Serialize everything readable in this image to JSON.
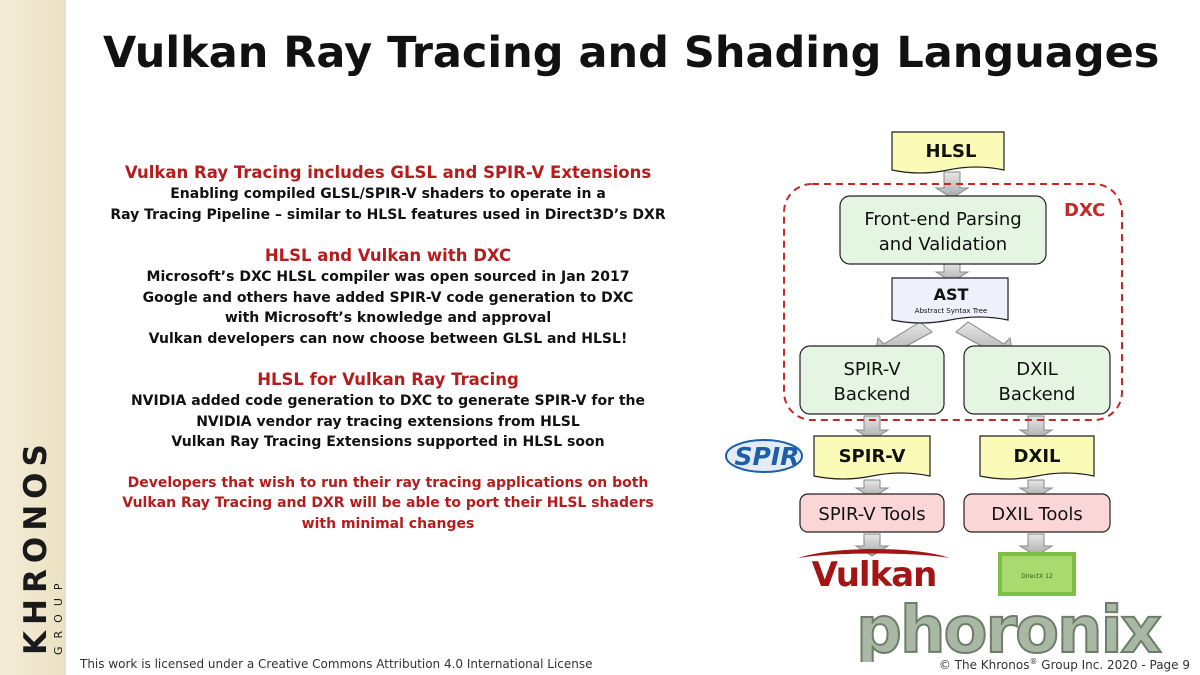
{
  "slide": {
    "title": "Vulkan Ray Tracing and Shading Languages"
  },
  "branding": {
    "vertical_logo": "KHRONOS",
    "vertical_logo_sub": "GROUP",
    "colors": {
      "accent_red": "#b71c1c",
      "sidebar": "#efe6cc"
    }
  },
  "sections": [
    {
      "heading": "Vulkan Ray Tracing includes GLSL and SPIR-V Extensions",
      "lines": [
        "Enabling compiled GLSL/SPIR-V shaders to operate in a",
        "Ray Tracing Pipeline – similar to HLSL features used in Direct3D’s DXR"
      ]
    },
    {
      "heading": "HLSL and Vulkan with DXC",
      "lines": [
        "Microsoft’s DXC HLSL compiler was open sourced in Jan 2017",
        "Google and others have added SPIR-V code generation to DXC",
        "with Microsoft’s knowledge and approval",
        "Vulkan developers can now choose between GLSL and HLSL!"
      ]
    },
    {
      "heading": "HLSL for Vulkan Ray Tracing",
      "lines": [
        "NVIDIA added code generation to DXC to generate SPIR-V for the",
        "NVIDIA vendor ray tracing extensions from HLSL",
        "Vulkan Ray Tracing Extensions supported in HLSL soon"
      ]
    }
  ],
  "closing_note": [
    "Developers that wish to run their ray tracing applications on both",
    "Vulkan Ray Tracing and DXR will be able to port their HLSL shaders",
    "with minimal changes"
  ],
  "diagram": {
    "hlsl": "HLSL",
    "dxc_label": "DXC",
    "frontend_line1": "Front-end Parsing",
    "frontend_line2": "and Validation",
    "ast": "AST",
    "ast_sub": "Abstract Syntax Tree",
    "spirv_backend_line1": "SPIR-V",
    "spirv_backend_line2": "Backend",
    "dxil_backend_line1": "DXIL",
    "dxil_backend_line2": "Backend",
    "spirv": "SPIR-V",
    "dxil": "DXIL",
    "spirv_tools": "SPIR-V Tools",
    "dxil_tools": "DXIL Tools"
  },
  "logos": {
    "spir": "SPIR",
    "vulkan": "Vulkan",
    "directx": "DirectX 12",
    "phoronix": "phoronix"
  },
  "footer": {
    "license": "This work is licensed under a Creative Commons Attribution 4.0 International License",
    "copyright_pre": "© The Khronos",
    "copyright_post": " Group Inc. 2020 - Page 9"
  }
}
